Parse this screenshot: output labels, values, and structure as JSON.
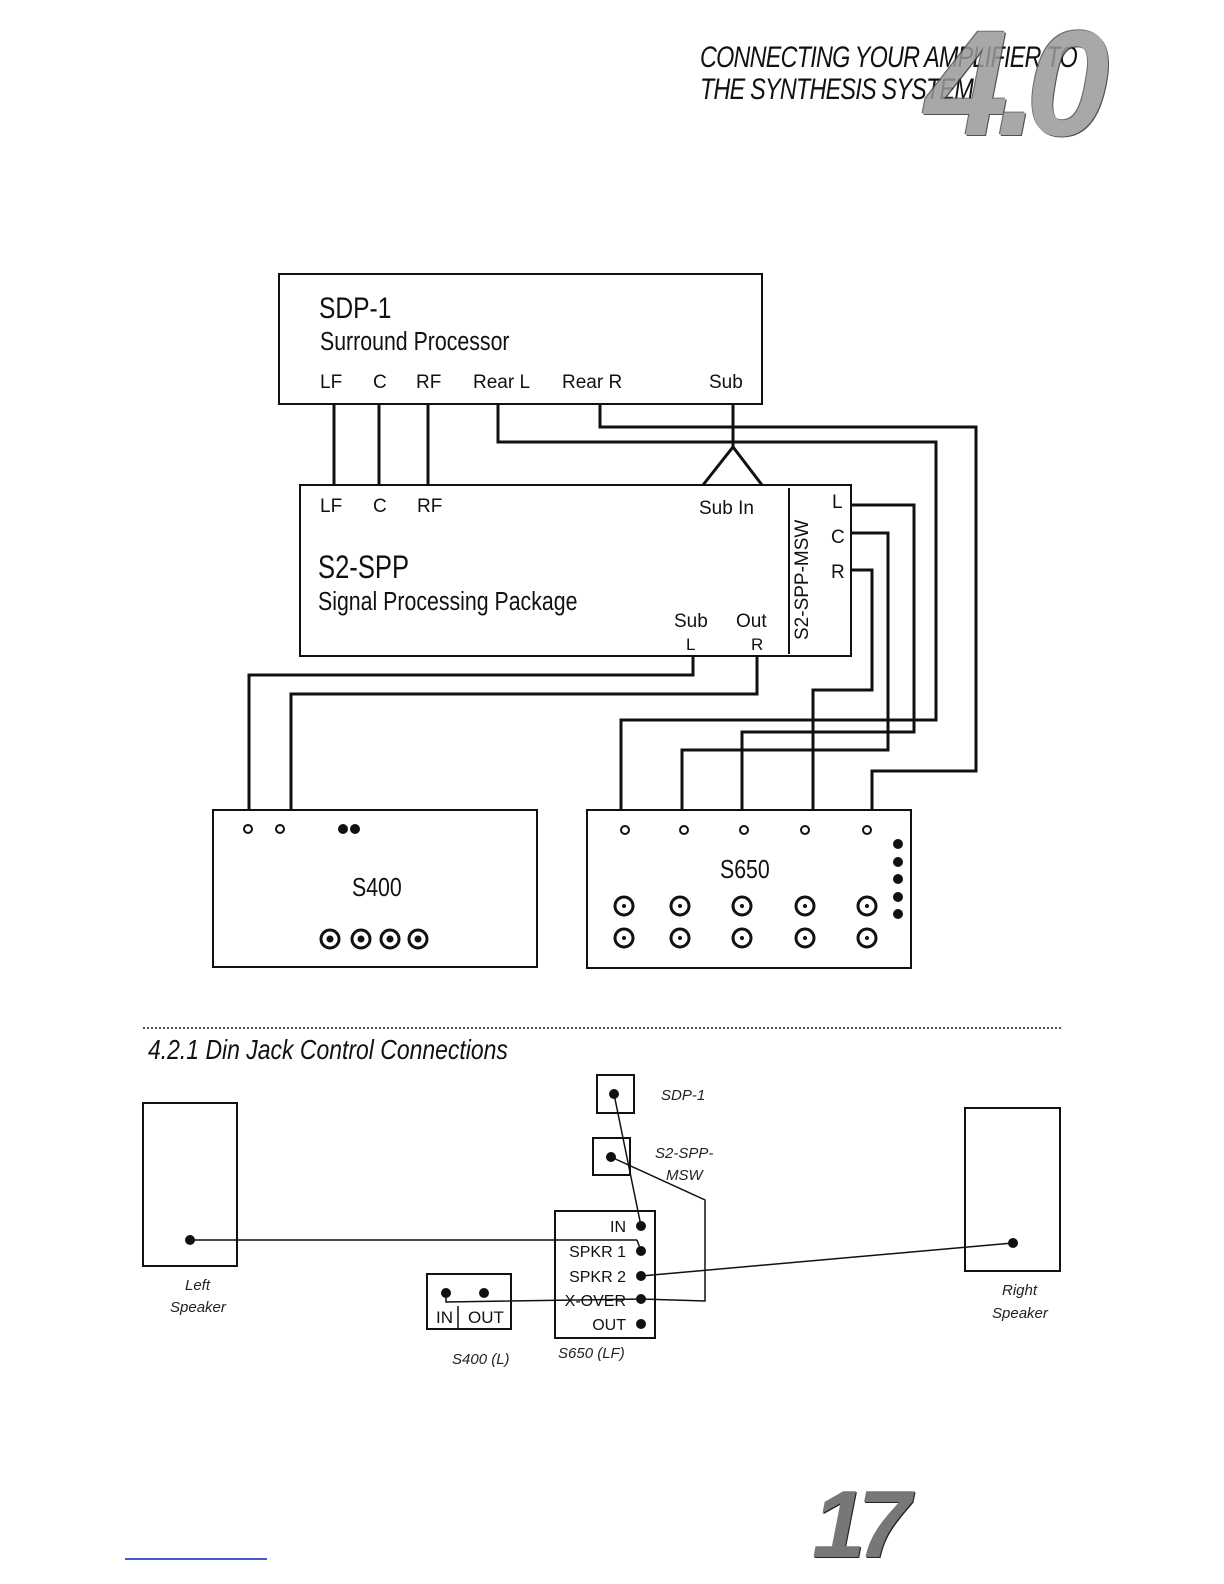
{
  "header": {
    "title_line1": "CONNECTING YOUR AMPLIFIER TO",
    "title_line2": "THE SYNTHESIS SYSTEM",
    "chapter": "4.0"
  },
  "diagram1": {
    "sdp1": {
      "name": "SDP-1",
      "subtitle": "Surround Processor",
      "outputs": [
        "LF",
        "C",
        "RF",
        "Rear L",
        "Rear R",
        "Sub"
      ]
    },
    "s2spp": {
      "name": "S2-SPP",
      "subtitle": "Signal Processing Package",
      "inputs": [
        "LF",
        "C",
        "RF"
      ],
      "sub_in": "Sub In",
      "sub_out": "Sub",
      "out": "Out",
      "l": "L",
      "r": "R",
      "msw_label": "S2-SPP-MSW",
      "msw_outputs": [
        "L",
        "C",
        "R"
      ]
    },
    "s400": {
      "name": "S400"
    },
    "s650": {
      "name": "S650"
    }
  },
  "section": {
    "title": "4.2.1 Din Jack Control Connections"
  },
  "diagram2": {
    "left_speaker": [
      "Left",
      "Speaker"
    ],
    "right_speaker": [
      "Right",
      "Speaker"
    ],
    "sdp1_label": "SDP-1",
    "msw_label": [
      "S2-SPP-",
      "MSW"
    ],
    "s400_ports": [
      "IN",
      "OUT"
    ],
    "s400_caption": "S400 (L)",
    "s650_ports": [
      "IN",
      "SPKR 1",
      "SPKR 2",
      "X-OVER",
      "OUT"
    ],
    "s650_caption": "S650 (LF)"
  },
  "page_number": "17"
}
